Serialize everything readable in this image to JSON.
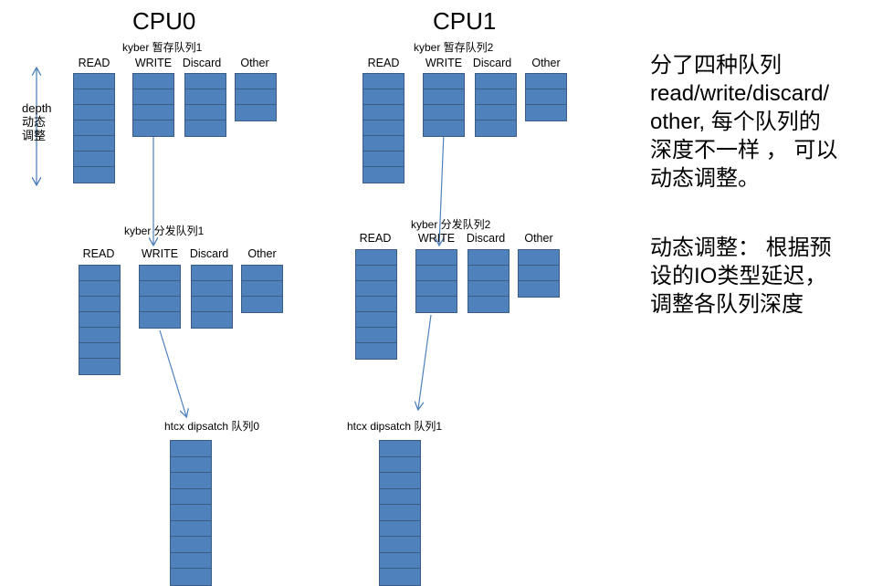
{
  "cpu0": {
    "title": "CPU0",
    "staging": "kyber 暂存队列1",
    "dispatch": "kyber 分发队列1",
    "hctx": "htcx dipsatch 队列0"
  },
  "cpu1": {
    "title": "CPU1",
    "staging": "kyber 暂存队列2",
    "dispatch": "kyber 分发队列2",
    "hctx": "htcx dipsatch 队列1"
  },
  "queue_types": [
    "READ",
    "WRITE",
    "Discard",
    "Other"
  ],
  "depth_label": [
    "depth",
    "动态",
    "调整"
  ],
  "description": {
    "lines": [
      "分了四种队列",
      "read/write/discard/",
      "other, 每个队列的",
      "深度不一样 ， 可以",
      "动态调整。"
    ],
    "lines2": [
      "动态调整： 根据预",
      "设的IO类型延迟，",
      "调整各队列深度"
    ]
  },
  "colors": {
    "queue_fill": "#4f81bd",
    "queue_border": "#3b5d84",
    "arrow": "#4f81bd"
  }
}
